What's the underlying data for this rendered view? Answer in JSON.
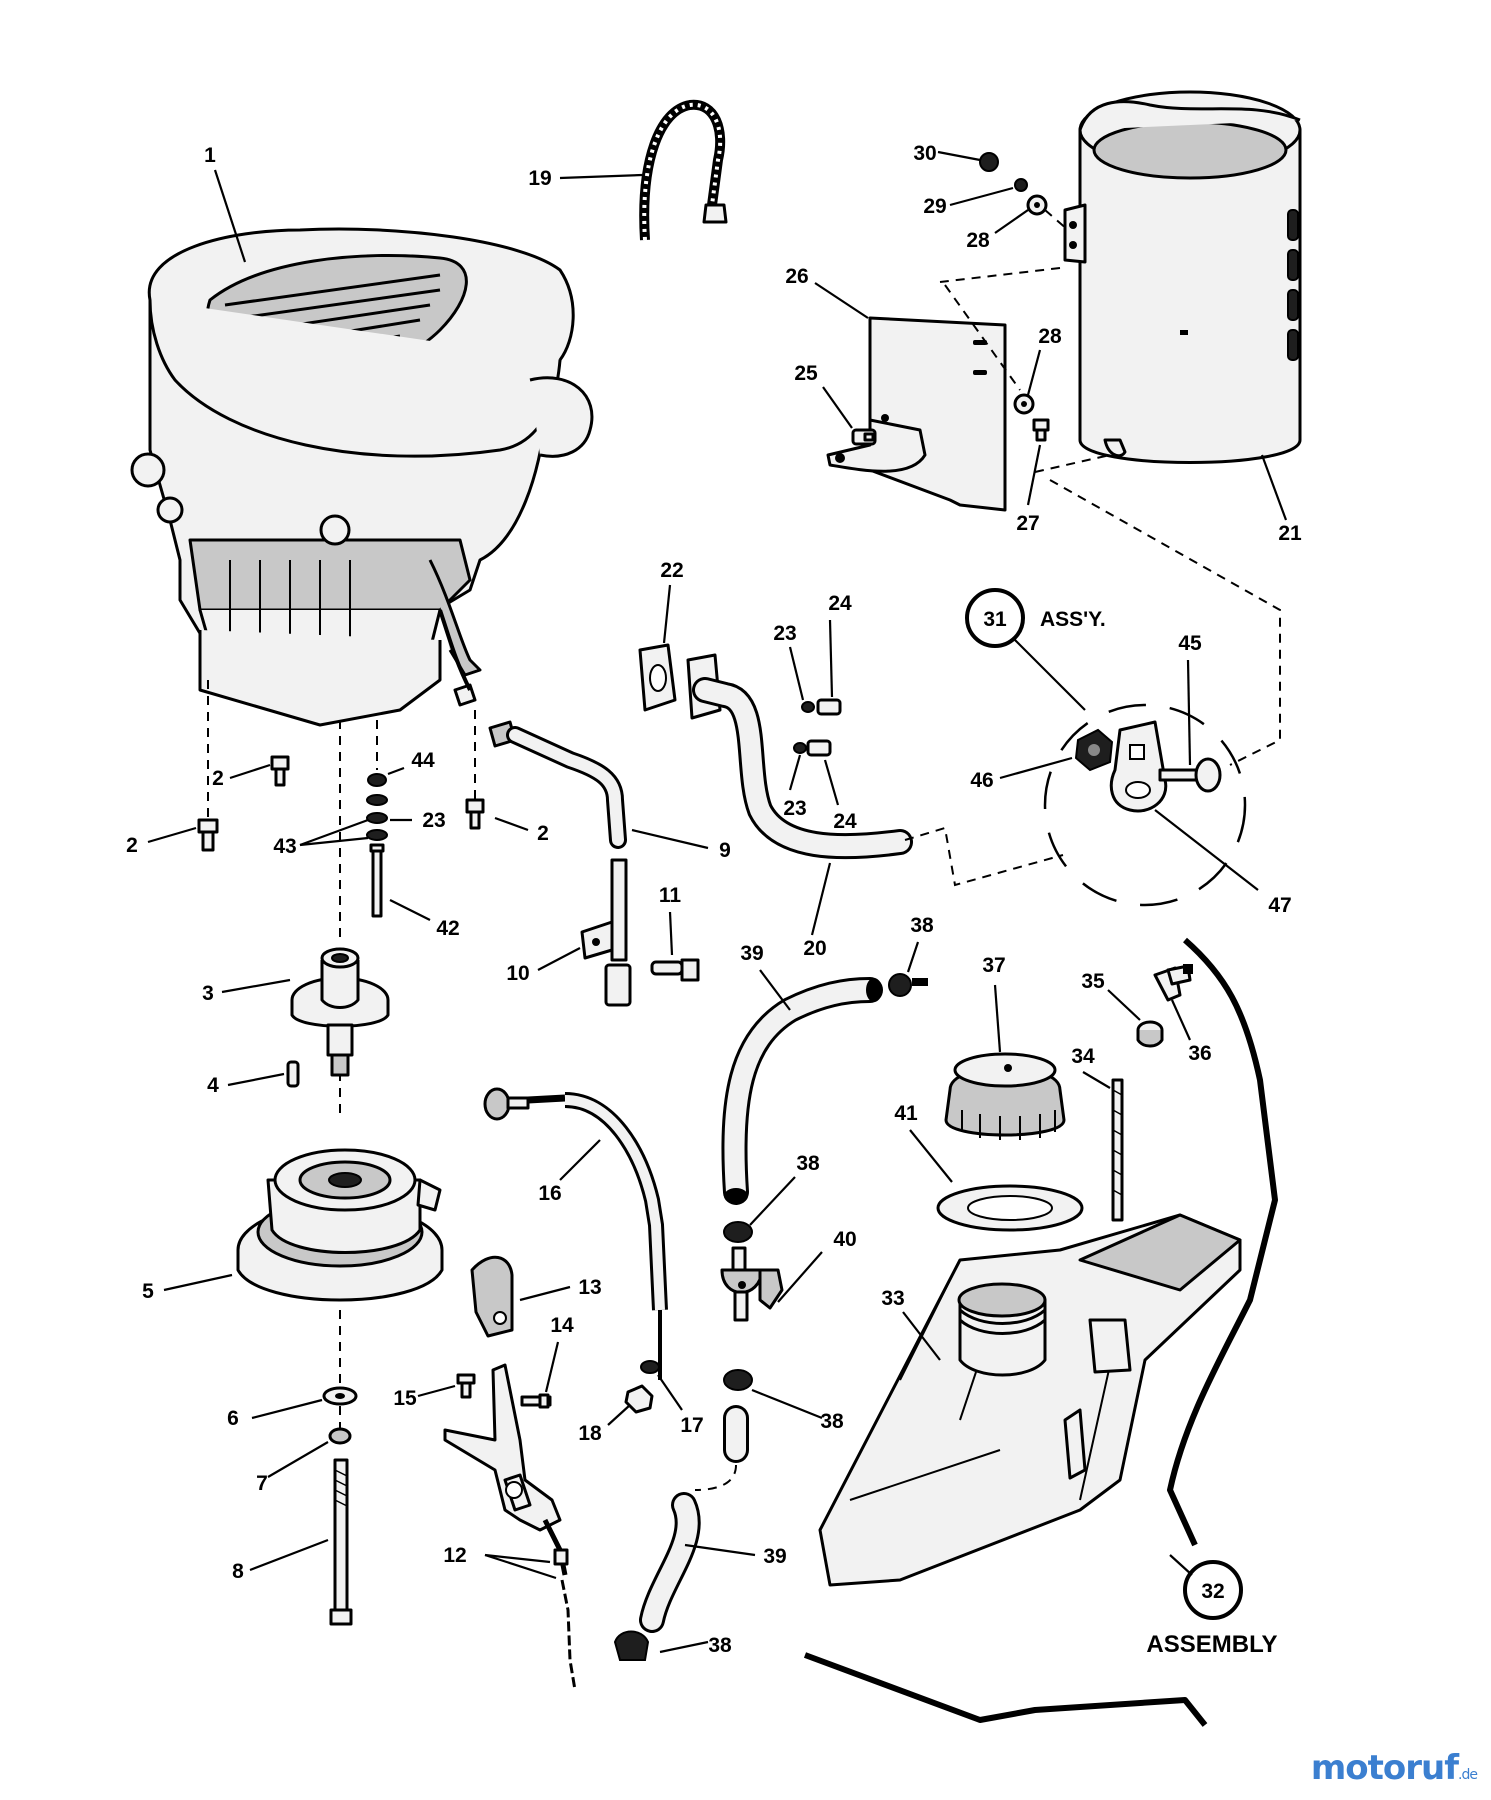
{
  "labels": {
    "l1": "1",
    "l2a": "2",
    "l2b": "2",
    "l2c": "2",
    "l3": "3",
    "l4": "4",
    "l5": "5",
    "l6": "6",
    "l7": "7",
    "l8": "8",
    "l9": "9",
    "l10": "10",
    "l11": "11",
    "l12": "12",
    "l13": "13",
    "l14": "14",
    "l15": "15",
    "l16": "16",
    "l17": "17",
    "l18": "18",
    "l19": "19",
    "l20": "20",
    "l21": "21",
    "l22": "22",
    "l23a": "23",
    "l23b": "23",
    "l23c": "23",
    "l24a": "24",
    "l24b": "24",
    "l25": "25",
    "l26": "26",
    "l27": "27",
    "l28a": "28",
    "l28b": "28",
    "l29": "29",
    "l30": "30",
    "l31": "31",
    "l32": "32",
    "l33": "33",
    "l34": "34",
    "l35": "35",
    "l36": "36",
    "l37": "37",
    "l38a": "38",
    "l38b": "38",
    "l38c": "38",
    "l38d": "38",
    "l39a": "39",
    "l39b": "39",
    "l40": "40",
    "l41": "41",
    "l42": "42",
    "l43": "43",
    "l44": "44",
    "l45": "45",
    "l46": "46",
    "l47": "47"
  },
  "callouts": {
    "assy_31": "ASS'Y.",
    "assembly_32": "ASSEMBLY"
  },
  "watermark": {
    "main": "motoruf",
    "sub": ".de"
  },
  "colors": {
    "line": "#000000",
    "part_fill": "#f2f2f2",
    "shade": "#c8c8c8",
    "watermark": "#3b7fd0"
  }
}
